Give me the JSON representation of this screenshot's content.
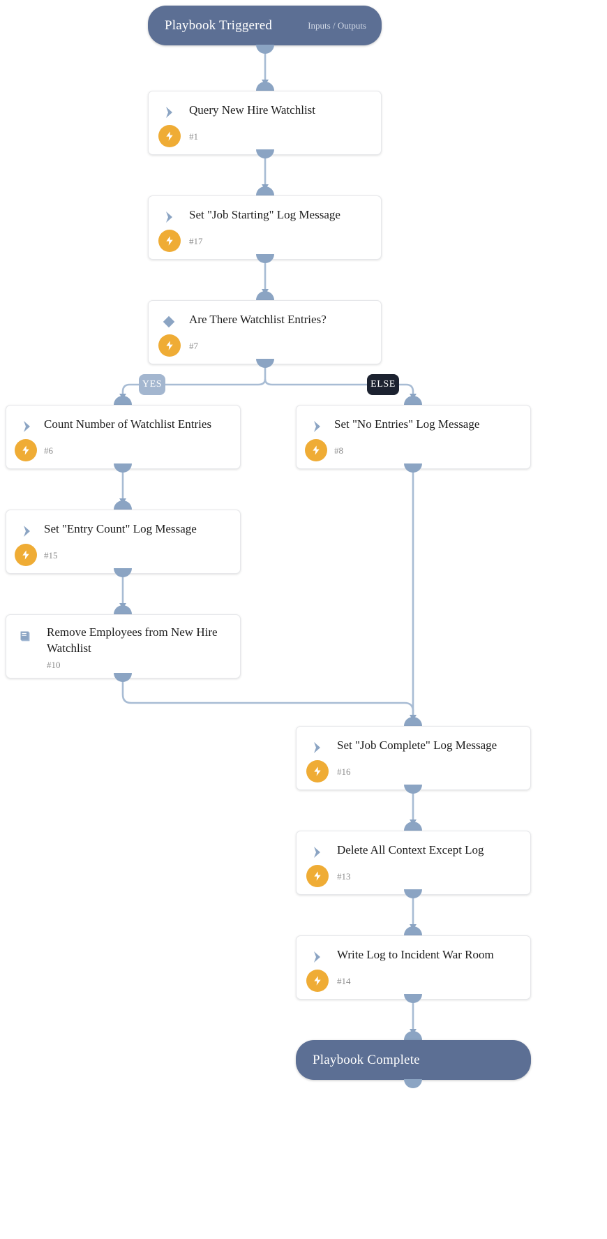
{
  "diagram": {
    "type": "playbook-flowchart",
    "colors": {
      "terminal": "#5c6f94",
      "connector": "#a8bcd4",
      "badge_yes": "#a3b6cf",
      "badge_else": "#1c2230",
      "bolt": "#efac35",
      "card_bg": "#ffffff",
      "card_border": "#e6e7ea"
    },
    "start": {
      "title": "Playbook Triggered",
      "io": "Inputs / Outputs"
    },
    "end": {
      "title": "Playbook Complete"
    },
    "branches": {
      "yes": "YES",
      "else": "ELSE"
    },
    "nodes": [
      {
        "id": "n1",
        "title": "Query New Hire Watchlist",
        "num": "#1",
        "icon": "chevron-right-icon",
        "bolt": true
      },
      {
        "id": "n17",
        "title": "Set \"Job Starting\" Log Message",
        "num": "#17",
        "icon": "chevron-right-icon",
        "bolt": true
      },
      {
        "id": "n7",
        "title": "Are There Watchlist Entries?",
        "num": "#7",
        "icon": "diamond-icon",
        "bolt": true
      },
      {
        "id": "n6",
        "title": "Count Number of Watchlist Entries",
        "num": "#6",
        "icon": "chevron-right-icon",
        "bolt": true
      },
      {
        "id": "n8",
        "title": "Set \"No Entries\" Log Message",
        "num": "#8",
        "icon": "chevron-right-icon",
        "bolt": true
      },
      {
        "id": "n15",
        "title": "Set \"Entry Count\" Log Message",
        "num": "#15",
        "icon": "chevron-right-icon",
        "bolt": true
      },
      {
        "id": "n10",
        "title": "Remove Employees from New Hire Watchlist",
        "num": "#10",
        "icon": "book-icon",
        "bolt": false
      },
      {
        "id": "n16",
        "title": "Set \"Job Complete\" Log Message",
        "num": "#16",
        "icon": "chevron-right-icon",
        "bolt": true
      },
      {
        "id": "n13",
        "title": "Delete All Context Except Log",
        "num": "#13",
        "icon": "chevron-right-icon",
        "bolt": true
      },
      {
        "id": "n14",
        "title": "Write Log to Incident War Room",
        "num": "#14",
        "icon": "chevron-right-icon",
        "bolt": true
      }
    ]
  }
}
